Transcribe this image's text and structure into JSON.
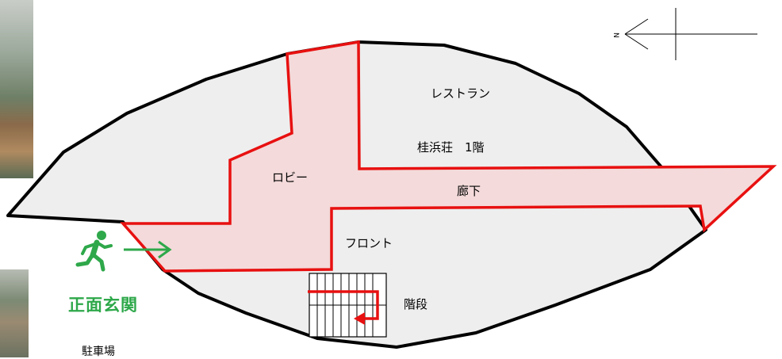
{
  "map": {
    "rooms": {
      "restaurant": "レストラン",
      "building_floor": "桂浜荘　1階",
      "lobby": "ロビー",
      "corridor": "廊下",
      "front_desk": "フロント",
      "stairs": "階段"
    },
    "entrance_label": "正面玄関",
    "parking_label": "駐車場",
    "compass_letter": "N",
    "colors": {
      "building_fill": "#eeeeee",
      "building_outline": "#000000",
      "route_outline": "#e81010",
      "route_fill": "#f4dada",
      "entrance_green": "#2ea84a"
    },
    "icons": [
      "emergency-exit-icon",
      "entrance-arrow-icon",
      "compass-icon",
      "stairs-icon"
    ]
  }
}
